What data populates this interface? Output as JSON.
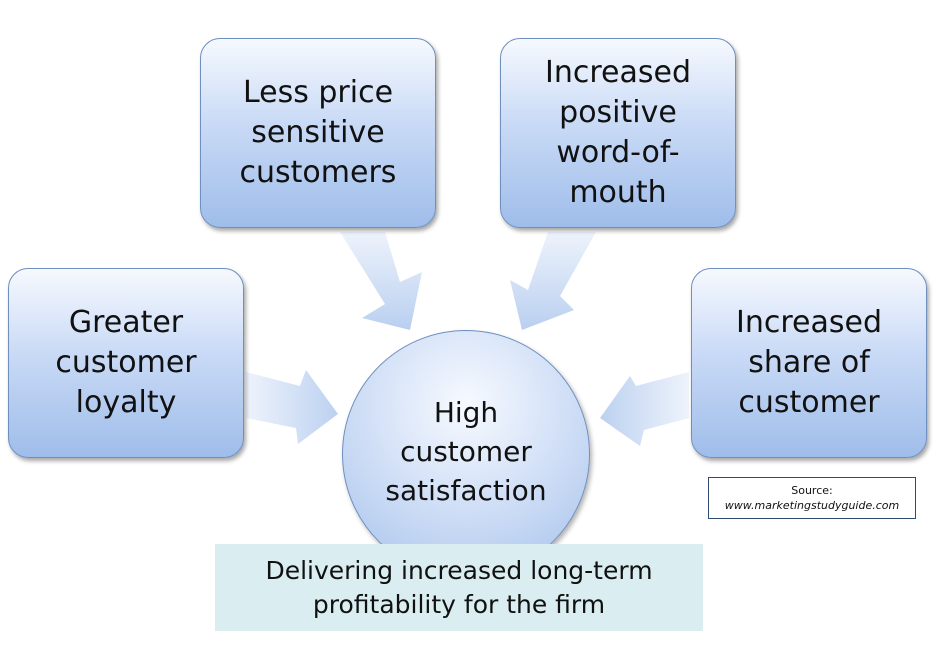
{
  "diagram": {
    "boxes": {
      "price": "Less price sensitive customers",
      "wom": "Increased positive word-of-mouth",
      "loyalty": "Greater customer loyalty",
      "share": "Increased share of customer"
    },
    "center": "High customer satisfaction",
    "banner": "Delivering increased long-term profitability for the firm",
    "source": {
      "label": "Source:",
      "url": "www.marketingstudyguide.com"
    },
    "colors": {
      "box_top": "#f6f9fe",
      "box_bottom": "#9fbdea",
      "box_border": "#6f8fbf",
      "arrow_fill": "#c5d7f3",
      "banner_bg": "#daeef2"
    }
  }
}
